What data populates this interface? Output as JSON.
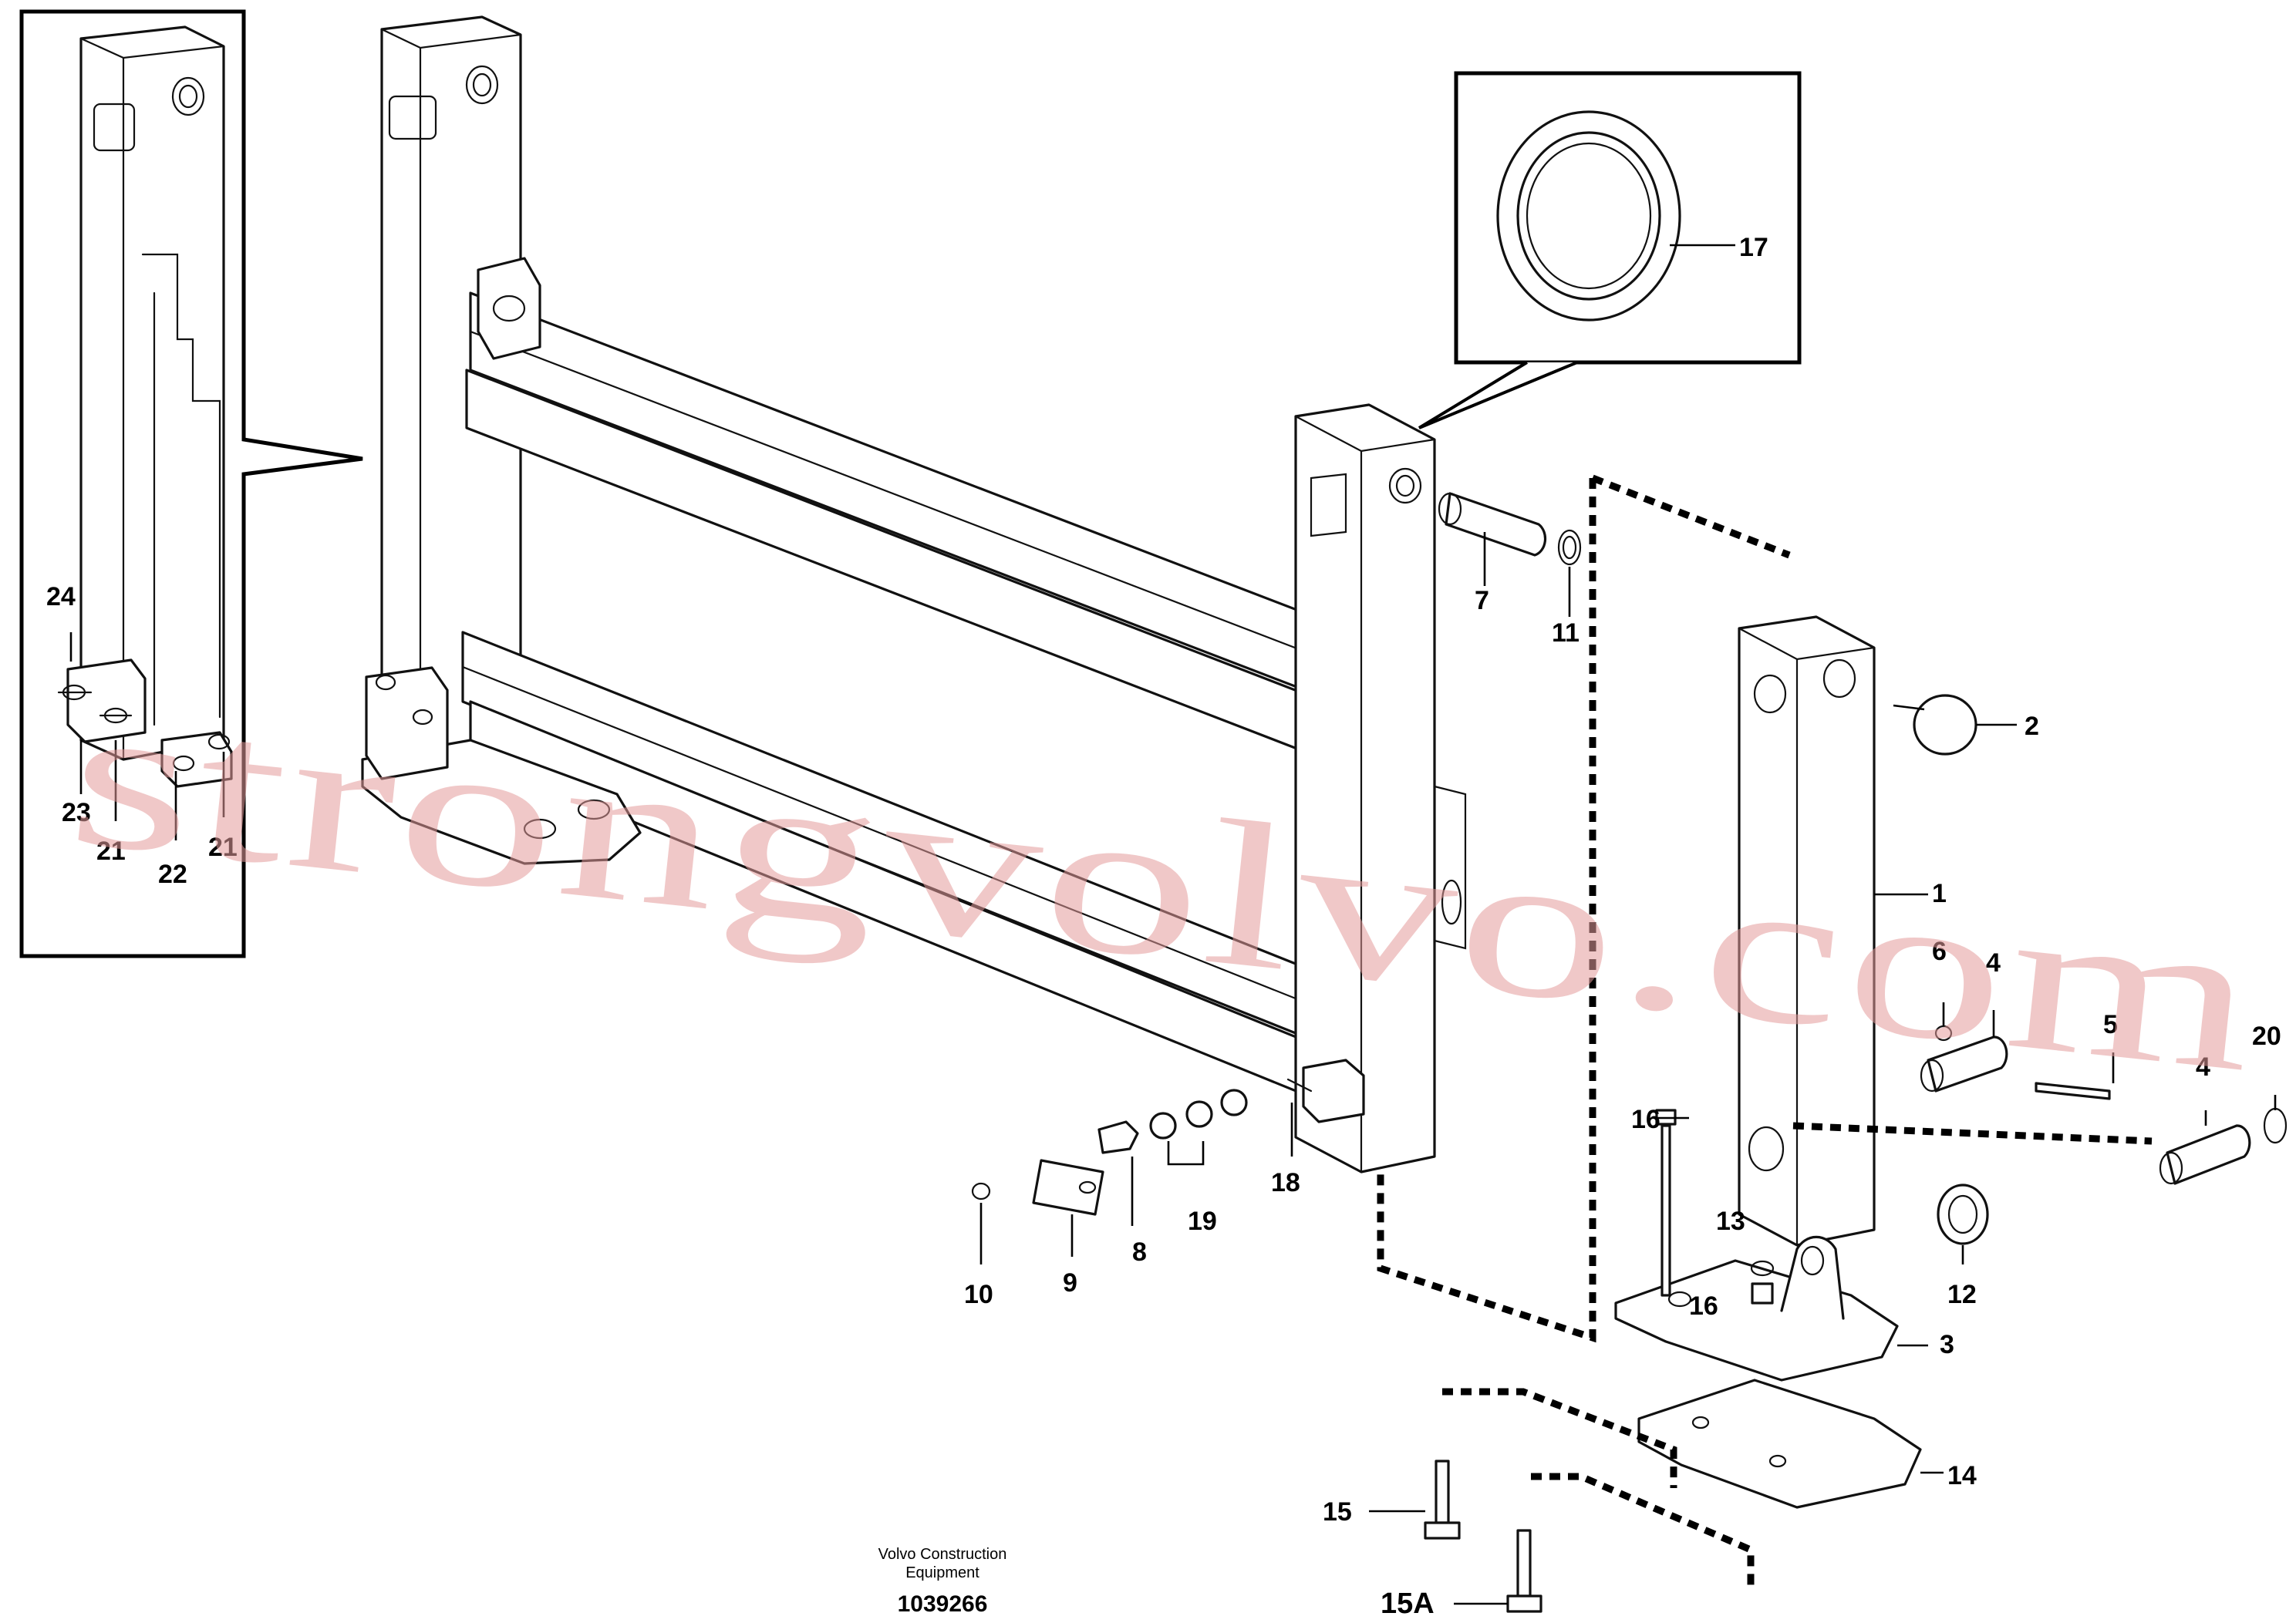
{
  "diagram": {
    "watermark": "strongvolvo.com",
    "caption_line1": "Volvo Construction",
    "caption_line2": "Equipment",
    "document_number": "1039266",
    "callouts": {
      "c1": "1",
      "c2": "2",
      "c3": "3",
      "c4a": "4",
      "c4b": "4",
      "c5": "5",
      "c6": "6",
      "c7": "7",
      "c8": "8",
      "c9": "9",
      "c10": "10",
      "c11": "11",
      "c12": "12",
      "c13": "13",
      "c14": "14",
      "c15": "15",
      "c15a": "15A",
      "c16a": "16",
      "c16b": "16",
      "c17": "17",
      "c18": "18",
      "c19": "19",
      "c20": "20",
      "c21a": "21",
      "c21b": "21",
      "c22": "22",
      "c23": "23",
      "c24": "24"
    }
  }
}
